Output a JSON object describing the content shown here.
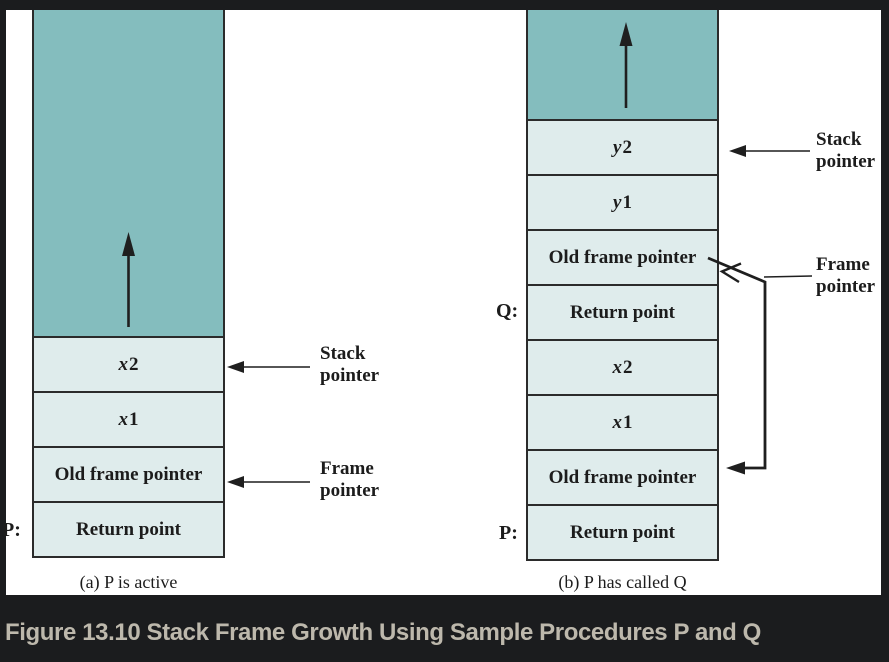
{
  "figure_caption": "Figure 13.10 Stack Frame Growth Using Sample Procedures P and Q",
  "colors": {
    "background": "#1b1c1e",
    "panel": "#ffffff",
    "stack_free_region": "#84bdbe",
    "cell_fill": "#dfecec",
    "line_and_text": "#1c1c1c",
    "caption_text": "#bdb8ac"
  },
  "diagram_a": {
    "caption": "(a) P is active",
    "proc_label": "P:",
    "cells": [
      {
        "var": "x",
        "num": "2"
      },
      {
        "var": "x",
        "num": "1"
      },
      {
        "text": "Old frame pointer"
      },
      {
        "text": "Return point"
      }
    ],
    "stack_pointer_label": {
      "line1": "Stack",
      "line2": "pointer"
    },
    "frame_pointer_label": {
      "line1": "Frame",
      "line2": "pointer"
    }
  },
  "diagram_b": {
    "caption": "(b) P has called Q",
    "q_label": "Q:",
    "p_label": "P:",
    "cells": [
      {
        "var": "y",
        "num": "2"
      },
      {
        "var": "y",
        "num": "1"
      },
      {
        "text": "Old frame pointer"
      },
      {
        "text": "Return point"
      },
      {
        "var": "x",
        "num": "2"
      },
      {
        "var": "x",
        "num": "1"
      },
      {
        "text": "Old frame pointer"
      },
      {
        "text": "Return point"
      }
    ],
    "stack_pointer_label": {
      "line1": "Stack",
      "line2": "pointer"
    },
    "frame_pointer_label": {
      "line1": "Frame",
      "line2": "pointer"
    }
  }
}
